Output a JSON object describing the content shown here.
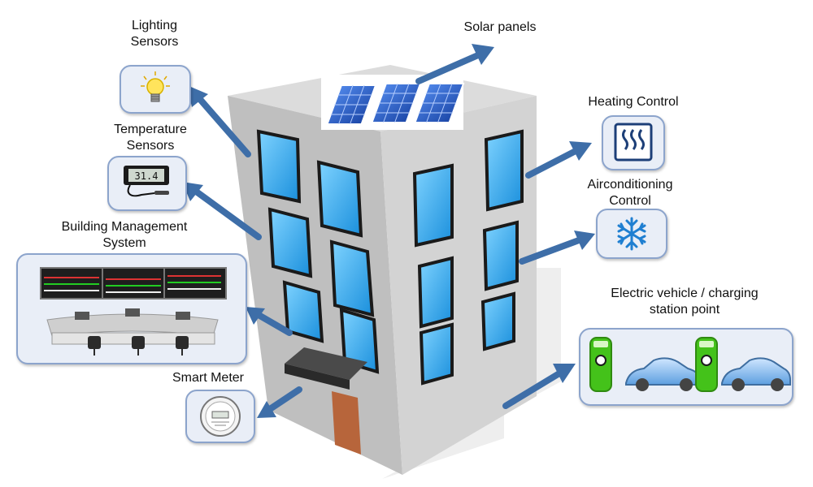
{
  "labels": {
    "solar": "Solar panels",
    "lighting": "Lighting\nSensors",
    "temperature": "Temperature\nSensors",
    "bms": "Building Management\nSystem",
    "smart_meter": "Smart Meter",
    "heating": "Heating Control",
    "aircon": "Airconditioning\nControl",
    "ev": "Electric vehicle / charging\nstation point"
  },
  "thermometer_reading": "31.4",
  "colors": {
    "arrow": "#3e6ea8",
    "building_front": "#bfbfbf",
    "building_side": "#cfcfcf",
    "building_top": "#dcdcdc",
    "window": "#29a3e6",
    "panel_box": "#e9eef7",
    "charger": "#44c21a"
  }
}
